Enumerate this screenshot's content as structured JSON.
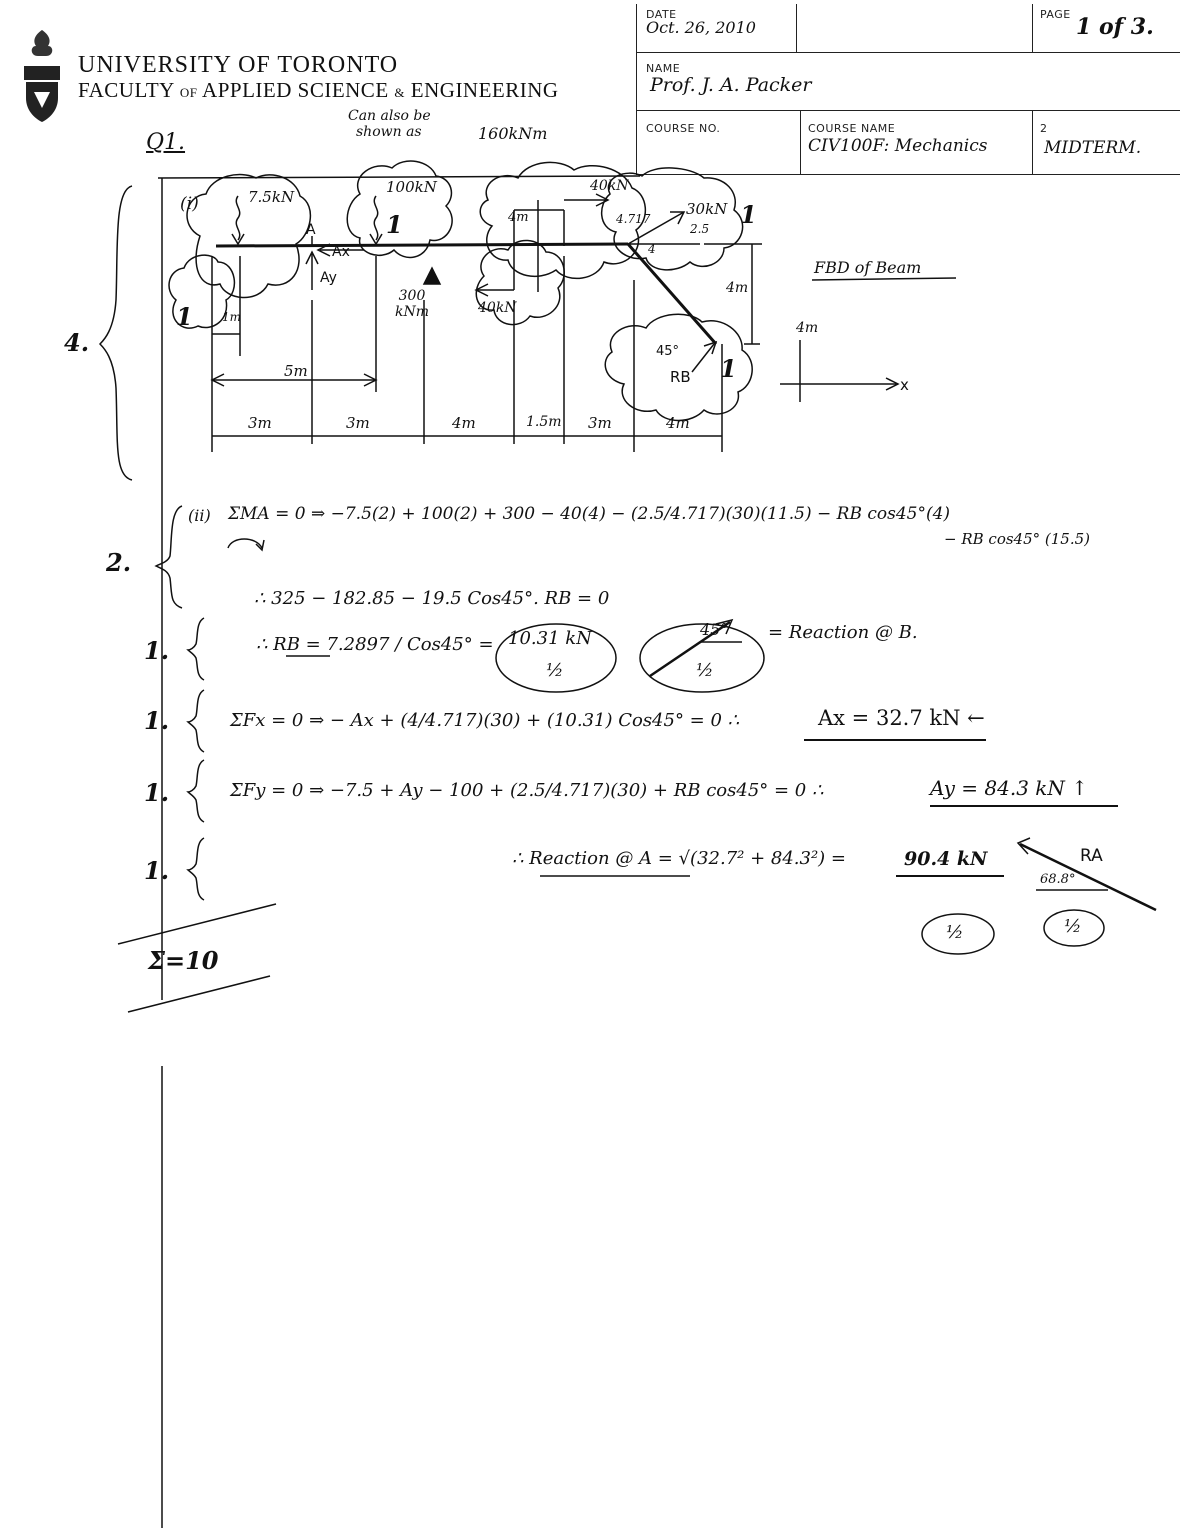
{
  "header": {
    "university": "UNIVERSITY OF TORONTO",
    "faculty_pre": "FACULTY",
    "faculty_of": "OF",
    "faculty_main": "APPLIED SCIENCE",
    "faculty_amp": "&",
    "faculty_eng": "ENGINEERING",
    "date_label": "DATE",
    "date_value": "Oct. 26, 2010",
    "page_label": "PAGE",
    "page_value": "1 of 3.",
    "name_label": "NAME",
    "name_value": "Prof. J. A. Packer",
    "course_no_label": "COURSE NO.",
    "course_name_label": "COURSE NAME",
    "course_name_value": "CIV100F: Mechanics",
    "box2_label": "2",
    "box2_value": "MIDTERM."
  },
  "question": {
    "label": "Q1.",
    "note_line1": "Can also be",
    "note_line2": "shown as",
    "note_value": "160kNm",
    "part_i": "(i)",
    "part_ii": "(ii)"
  },
  "diagram": {
    "loads": [
      "7.5kN",
      "100kN",
      "40kN",
      "40kN",
      "30kN",
      "300 kNm"
    ],
    "labels": [
      "A",
      "Ax",
      "Ay",
      "RB",
      "45°",
      "4.717",
      "2.5",
      "4",
      "4m",
      "4m",
      "4m",
      "FBD of Beam",
      "x"
    ],
    "dims": [
      "1m",
      "5m",
      "3m",
      "3m",
      "4m",
      "1.5m",
      "3m",
      "4m"
    ],
    "marks": [
      "1",
      "1",
      "1",
      "1"
    ]
  },
  "equations": {
    "eq1": "ΣMA = 0 ⇒ −7.5(2) + 100(2) + 300 − 40(4) − (2.5/4.717)(30)(11.5) − RB cos45°(4)",
    "eq1b": "− RB cos45° (15.5)",
    "eq2": "∴ 325 − 182.85 − 19.5 Cos45°. RB = 0",
    "eq3a": "∴ RB = 7.2897 / Cos45° =",
    "eq3_ans": "10.31 kN",
    "eq3_dir": "45°",
    "eq3_tail": "= Reaction @ B.",
    "half": "½",
    "eq4": "ΣFx = 0 ⇒ − Ax + (4/4.717)(30) + (10.31) Cos45° = 0  ∴",
    "eq4_ans": "Ax = 32.7 kN ←",
    "eq5": "ΣFy = 0 ⇒ −7.5 + Ay − 100 + (2.5/4.717)(30) + RB cos45° = 0  ∴",
    "eq5_ans": "Ay = 84.3 kN ↑",
    "eq6": "∴ Reaction @ A = √(32.7² + 84.3²) =",
    "eq6_ans": "90.4 kN",
    "ra_label": "RA",
    "ra_angle": "68.8°",
    "total": "Σ=10"
  },
  "marks": {
    "m4": "4.",
    "m2": "2.",
    "m1": "1."
  }
}
